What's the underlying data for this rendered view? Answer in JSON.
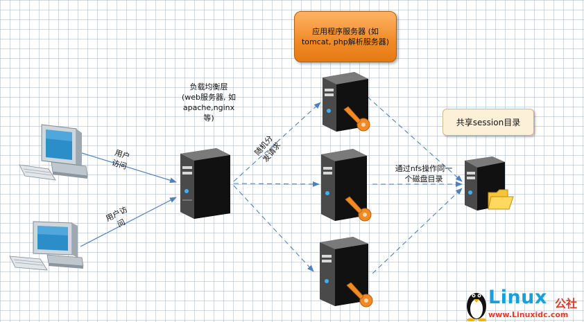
{
  "app_server_box": {
    "label": "应用程序服务器 (如tomcat, php解析服务器)"
  },
  "shared_session_box": {
    "label": "共享session目录"
  },
  "load_balancer_label": {
    "line1": "负载均衡层",
    "line2": "(web服务器, 如",
    "line3": "apache,nginx",
    "line4": "等)"
  },
  "user_access_top": {
    "line1": "用户",
    "line2": "访问"
  },
  "user_access_bottom": {
    "line1": "用户访",
    "line2": "问"
  },
  "random_dispatch": {
    "line1": "随机分",
    "line2": "发请求"
  },
  "nfs_label": {
    "line1": "通过nfs操作同一",
    "line2": "个磁盘目录"
  },
  "watermark": {
    "main": "Linux",
    "cn": "公社",
    "url": "www.Linuxidc.com"
  },
  "colors": {
    "arrow": "#4f81bd",
    "app_box": "#f08a26",
    "session_box": "#fdf0d8",
    "server_body": "#1f1f1f",
    "key": "#f08a26",
    "logo_blue": "#16a0d8",
    "logo_red": "#e03a2a"
  }
}
